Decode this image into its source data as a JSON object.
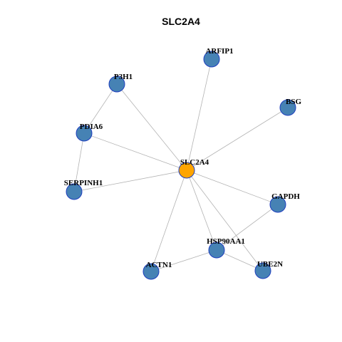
{
  "title": "SLC2A4",
  "colors": {
    "hub": "#FFA500",
    "node": "#4682B4",
    "node_border": "#1F3FBF",
    "edge": "#B3B3B3"
  },
  "nodes": [
    {
      "id": "SLC2A4",
      "label": "SLC2A4",
      "hub": true
    },
    {
      "id": "ARFIP1",
      "label": "ARFIP1"
    },
    {
      "id": "P3H1",
      "label": "P3H1"
    },
    {
      "id": "BSG",
      "label": "BSG"
    },
    {
      "id": "PDIA6",
      "label": "PDIA6"
    },
    {
      "id": "SERPINH1",
      "label": "SERPINH1"
    },
    {
      "id": "GAPDH",
      "label": "GAPDH"
    },
    {
      "id": "HSP90AA1",
      "label": "HSP90AA1"
    },
    {
      "id": "ACTN1",
      "label": "ACTN1"
    },
    {
      "id": "UBE2N",
      "label": "UBE2N"
    }
  ],
  "edges": [
    [
      "SLC2A4",
      "ARFIP1"
    ],
    [
      "SLC2A4",
      "P3H1"
    ],
    [
      "SLC2A4",
      "BSG"
    ],
    [
      "SLC2A4",
      "PDIA6"
    ],
    [
      "SLC2A4",
      "SERPINH1"
    ],
    [
      "SLC2A4",
      "GAPDH"
    ],
    [
      "SLC2A4",
      "HSP90AA1"
    ],
    [
      "SLC2A4",
      "ACTN1"
    ],
    [
      "SLC2A4",
      "UBE2N"
    ],
    [
      "P3H1",
      "PDIA6"
    ],
    [
      "PDIA6",
      "SERPINH1"
    ],
    [
      "GAPDH",
      "HSP90AA1"
    ],
    [
      "HSP90AA1",
      "ACTN1"
    ],
    [
      "HSP90AA1",
      "UBE2N"
    ]
  ]
}
